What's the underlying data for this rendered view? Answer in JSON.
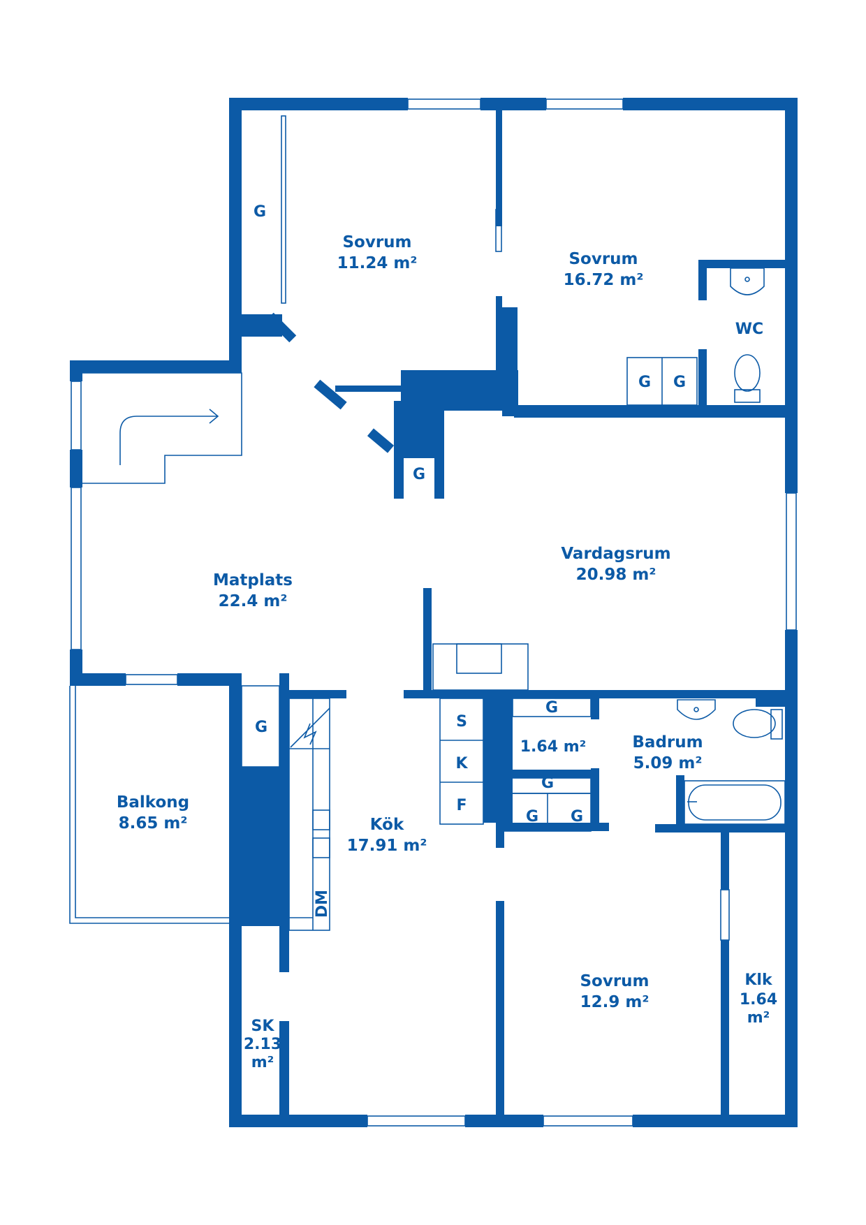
{
  "colors": {
    "wall": "#0c5aa6",
    "background": "#ffffff"
  },
  "rooms": {
    "sovrum_1": {
      "name": "Sovrum",
      "area": "11.24 m²"
    },
    "sovrum_2": {
      "name": "Sovrum",
      "area": "16.72 m²"
    },
    "wc": {
      "name": "WC"
    },
    "vardagsrum": {
      "name": "Vardagsrum",
      "area": "20.98 m²"
    },
    "matplats": {
      "name": "Matplats",
      "area": "22.4 m²"
    },
    "balkong": {
      "name": "Balkong",
      "area": "8.65 m²"
    },
    "kok": {
      "name": "Kök",
      "area": "17.91 m²"
    },
    "storage_room": {
      "area": "1.64 m²"
    },
    "badrum": {
      "name": "Badrum",
      "area": "5.09 m²"
    },
    "sovrum_3": {
      "name": "Sovrum",
      "area": "12.9 m²"
    },
    "klk": {
      "name": "Klk",
      "area_value": "1.64",
      "area_unit": "m²"
    },
    "sk": {
      "name": "SK",
      "area_value": "2.13",
      "area_unit": "m²"
    }
  },
  "markers": {
    "wardrobe": "G",
    "freezer": "S",
    "fridge": "K",
    "frys": "F",
    "dishwasher": "DM"
  },
  "icons": [
    "wash-basin-icon",
    "toilet-icon",
    "bathtub-icon",
    "stove-icon",
    "stairs-arrow-icon"
  ]
}
